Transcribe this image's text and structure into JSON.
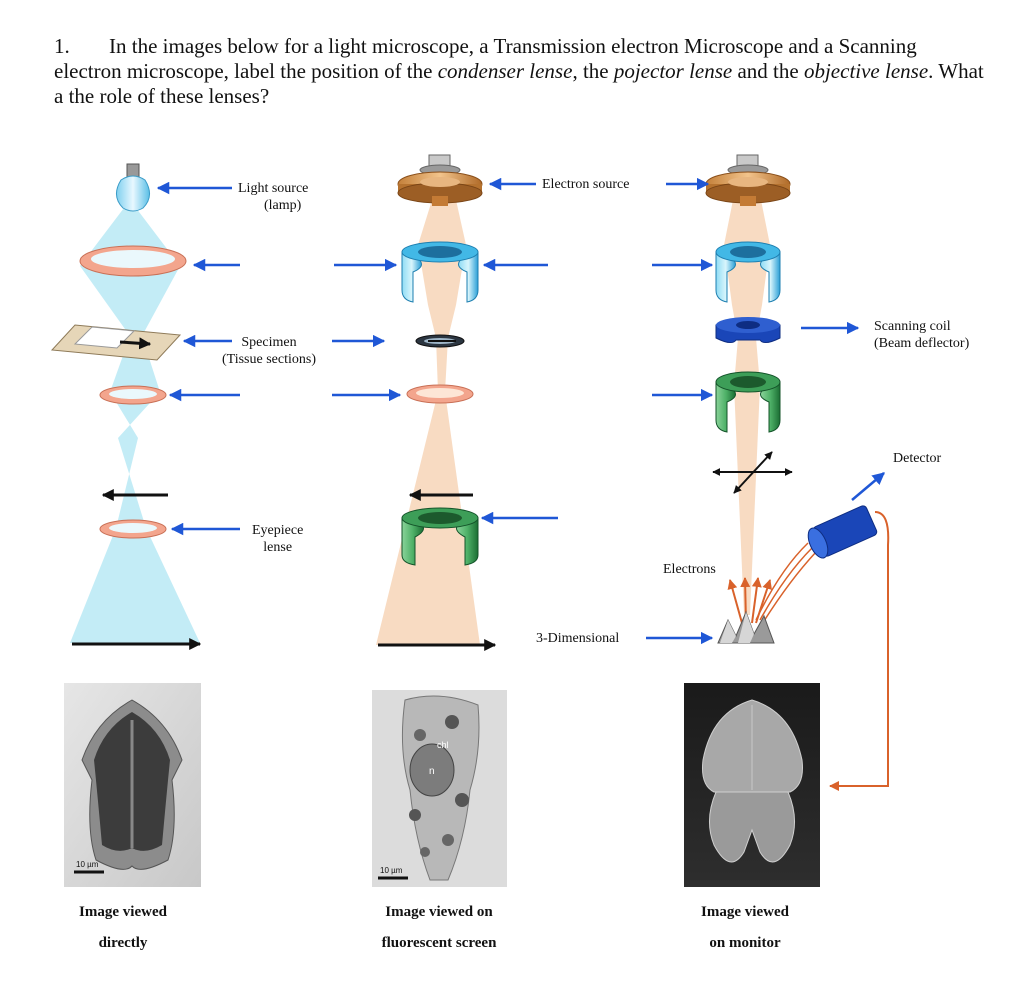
{
  "question": {
    "number": "1.",
    "part1": "In the images below for a light microscope, a Transmission electron Microscope and a Scanning electron microscope, label the position of the ",
    "term1": "condenser lense",
    "part2": ", the ",
    "term2": "pojector lense",
    "part3": " and the ",
    "term3": "objective lense",
    "part4": ". What a the role of these lenses?"
  },
  "labels": {
    "light_source": "Light source",
    "lamp": "(lamp)",
    "electron_source": "Electron source",
    "specimen": "Specimen",
    "tissue_sections": "(Tissue sections)",
    "scanning_coil": "Scanning coil",
    "beam_deflector": "(Beam deflector)",
    "detector": "Detector",
    "eyepiece": "Eyepiece",
    "lense": "lense",
    "electrons": "Electrons",
    "three_d": "3-Dimensional",
    "scale_lm": "10 µm",
    "scale_tem": "10 µm",
    "chl": "chl",
    "n": "n"
  },
  "captions": {
    "lm_line1": "Image viewed",
    "lm_line2": "directly",
    "tem_line1": "Image viewed on",
    "tem_line2": "fluorescent screen",
    "sem_line1": "Image viewed",
    "sem_line2": "on monitor"
  },
  "colors": {
    "arrow_blue": "#1f57d6",
    "light_beam": "#bdeaf5",
    "electron_beam": "#f8d9bf",
    "orange": "#d9622b",
    "lens_blue": "#2fa9de",
    "lens_green": "#2a8a44",
    "coil_blue": "#1a46b8"
  }
}
